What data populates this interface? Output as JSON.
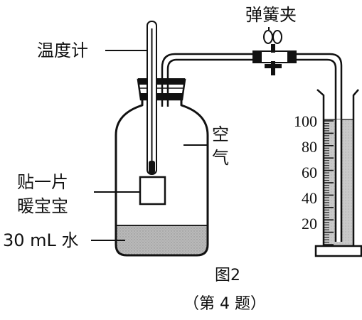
{
  "labels": {
    "thermometer": "温度计",
    "clamp": "弹簧夹",
    "air_1": "空",
    "air_2": "气",
    "warmer_1": "贴一片",
    "warmer_2": "暖宝宝",
    "water": "30 mL 水"
  },
  "cylinder_scale": [
    "100",
    "80",
    "60",
    "40",
    "20"
  ],
  "caption": {
    "figure": "图2",
    "question": "（第 4 题）"
  }
}
